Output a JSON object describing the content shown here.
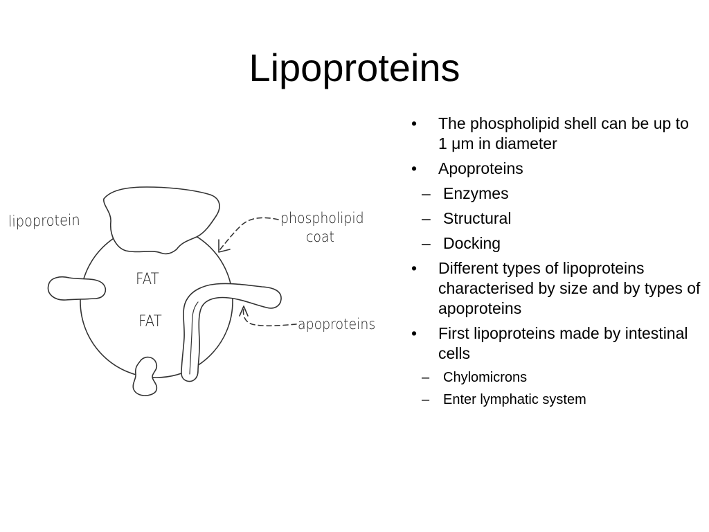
{
  "title": "Lipoproteins",
  "diagram": {
    "labels": {
      "lipoprotein": "lipoprotein",
      "phospholipid": "phospholipid",
      "coat": "coat",
      "apoproteins": "apoproteins",
      "fat_top": "FAT",
      "fat_bottom": "FAT"
    },
    "stroke_color": "#333333"
  },
  "bullets": {
    "b1": "The phospholipid shell can be up to 1 μm in diameter",
    "b2": "Apoproteins",
    "b2_sub1": "Enzymes",
    "b2_sub2": "Structural",
    "b2_sub3": "Docking",
    "b3": "Different types of lipoproteins characterised by size and by types of apoproteins",
    "b4": "First lipoproteins made by intestinal cells",
    "b4_sub1": "Chylomicrons",
    "b4_sub2": "Enter lymphatic system"
  }
}
